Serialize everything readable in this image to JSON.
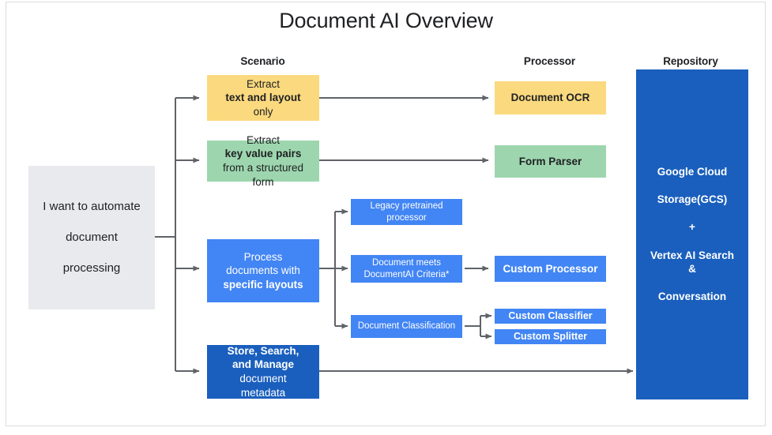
{
  "page": {
    "title": "Document AI Overview",
    "accent_blue": "#4285f4",
    "accent_dark_blue": "#1a5fbd",
    "accent_yellow": "#fbd97e",
    "accent_green": "#9dd6ae",
    "accent_grey": "#e8eaed",
    "line_color": "#5f6368"
  },
  "columns": {
    "scenario": "Scenario",
    "processor": "Processor",
    "repository": "Repository"
  },
  "start": {
    "label_line1": "I want to automate",
    "label_line2": "document",
    "label_line3": "processing"
  },
  "scenarios": [
    {
      "id": "extract-text-layout",
      "pre": "Extract ",
      "bold": "text and layout",
      "post": " only",
      "color": "#fbd97e"
    },
    {
      "id": "extract-key-value",
      "pre": "Extract ",
      "bold": "key value pairs",
      "post": " from a structured form",
      "color": "#9dd6ae"
    },
    {
      "id": "specific-layouts",
      "pre": "Process documents with ",
      "bold": "specific layouts",
      "post": "",
      "color": "#4285f4"
    },
    {
      "id": "store-search-manage",
      "pre": "",
      "bold": "Store, Search, and Manage",
      "post": " document metadata",
      "color": "#1a5fbd"
    }
  ],
  "middle": [
    {
      "id": "legacy-pretrained",
      "label": "Legacy pretrained processor"
    },
    {
      "id": "documentai-criteria",
      "label": "Document meets DocumentAI Criteria*"
    },
    {
      "id": "document-classification",
      "label": "Document Classification"
    }
  ],
  "processors": [
    {
      "id": "document-ocr",
      "label": "Document OCR",
      "color": "#fbd97e"
    },
    {
      "id": "form-parser",
      "label": "Form Parser",
      "color": "#9dd6ae"
    },
    {
      "id": "custom-processor",
      "label": "Custom Processor",
      "color": "#4285f4"
    },
    {
      "id": "custom-classifier",
      "label": "Custom Classifier",
      "color": "#4285f4"
    },
    {
      "id": "custom-splitter",
      "label": "Custom Splitter",
      "color": "#4285f4"
    }
  ],
  "repository": {
    "line1": "Google Cloud",
    "line2": "Storage(GCS)",
    "line3": "+",
    "line4": "Vertex AI Search &",
    "line5": "Conversation"
  }
}
